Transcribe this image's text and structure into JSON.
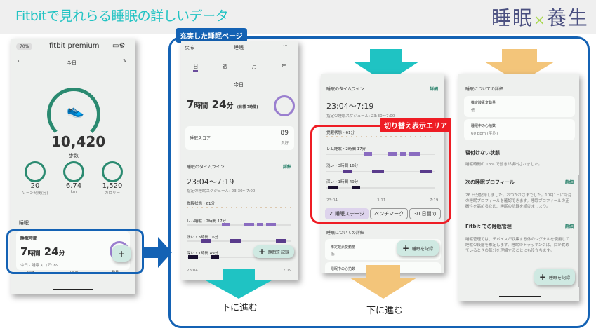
{
  "header": {
    "title": "Fitbitで見れらる睡眠の詳しいデータ",
    "logo": "睡眠×養生"
  },
  "tag": "充実した睡眠ページ",
  "switch_tag": "切り替え表示エリア",
  "go_down": "下に進む",
  "colors": {
    "teal": "#22c3c3",
    "blue": "#1462b4",
    "red": "#ee1c24",
    "orange": "#f3c57a",
    "green": "#1c7a62",
    "purple": "#6a4c9c"
  },
  "phone1": {
    "battery": "70%",
    "app": "fitbit premium",
    "date": "今日",
    "steps": "10,420",
    "steps_label": "歩数",
    "stats": [
      {
        "value": "20",
        "label": "ゾーン時間(分)"
      },
      {
        "value": "6.74",
        "label": "km"
      },
      {
        "value": "1,520",
        "label": "カロリー"
      }
    ],
    "section": "睡眠",
    "card_title": "睡眠時間",
    "sleep_h": "7",
    "h_unit": "時間",
    "sleep_m": "24",
    "m_unit": "分",
    "card_sub": "今日 · 睡眠スコア: 89",
    "nav": [
      "今日",
      "コーチ",
      "発見"
    ]
  },
  "phone2": {
    "back": "戻る",
    "title": "睡眠",
    "tabs": [
      "日",
      "週",
      "月",
      "年"
    ],
    "date": "今日",
    "sleep_h": "7",
    "h_unit": "時間",
    "sleep_m": "24",
    "m_unit": "分",
    "target": "(目標 7時間)",
    "score_label": "睡眠スコア",
    "score": "89",
    "score_unit": "良好",
    "timeline_title": "睡眠のタイムライン",
    "detail": "詳細",
    "range": "23:04〜7:19",
    "schedule": "指定の睡眠スケジュール: 23:30〜7:00",
    "stages": [
      "覚醒状態・61分",
      "レム睡眠・2時間 17分",
      "浅い・3時間 16分",
      "深い・1時間 49分"
    ],
    "start": "23:04",
    "end": "7:19",
    "fab": "睡眠を記録"
  },
  "phone3": {
    "timeline_title": "睡眠のタイムライン",
    "detail": "詳細",
    "range": "23:04〜7:19",
    "schedule": "指定の睡眠スケジュール: 23:30〜7:00",
    "stages": [
      "覚醒状態・61分",
      "レム睡眠・2時間 17分",
      "浅い・3時間 16分",
      "深い・1時間 49分"
    ],
    "start": "23:04",
    "mid": "3:11",
    "end": "7:19",
    "chips": [
      "✓ 睡眠ステージ",
      "ベンチマーク",
      "30 日間の"
    ],
    "details_title": "睡眠についての詳細",
    "row1": "推定酸素変動量",
    "row1_val": "低",
    "row2": "睡眠中の心拍数",
    "fab": "睡眠を記録"
  },
  "phone4": {
    "details_title": "睡眠についての詳細",
    "row1": "推定酸素変動量",
    "row1_val": "低",
    "row2": "睡眠中の心拍数",
    "row2_val": "60 bpm (平均)",
    "restless_title": "寝付けない状態",
    "restless_text": "睡眠時間の 13% で動きが検出されました。",
    "profile_title": "次の睡眠プロフィール",
    "detail": "詳細",
    "profile_text": "26 日分記録しました。おつかれさまでした。10月1日に今月の睡眠プロフィールを確認できます。睡眠プロフィールの正確性を高めるため、睡眠の記録を続けましょう。",
    "mgmt_title": "Fitbit での睡眠管理",
    "mgmt_text": "睡眠管理では、デバイスが収集する体のシグナルを使用して睡眠の段階を推定します。睡眠のトラッキングは、目が覚めているときの気分を理解することにも役立ちます。",
    "fab": "睡眠を記録"
  }
}
